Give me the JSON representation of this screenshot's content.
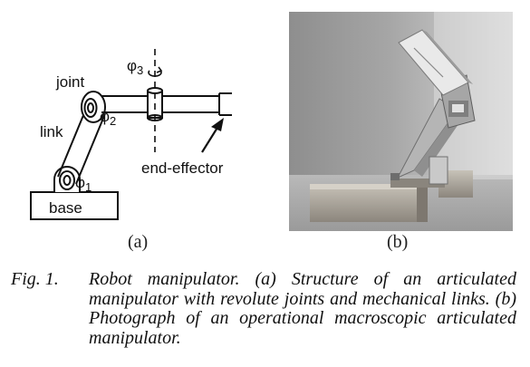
{
  "figure_a": {
    "labels": {
      "joint": "joint",
      "link": "link",
      "phi1": "φ",
      "phi1_sub": "1",
      "phi2": "φ",
      "phi2_sub": "2",
      "phi3": "φ",
      "phi3_sub": "3",
      "end_effector": "end-effector",
      "base": "base"
    }
  },
  "panel_labels": {
    "a": "(a)",
    "b": "(b)"
  },
  "caption": {
    "number": "Fig. 1.",
    "text": "Robot manipulator.  (a) Structure of an articulated manipulator with revolute joints and mechanical links.  (b) Photograph of an operational macroscopic articulated manipulator."
  },
  "colors": {
    "line": "#111111",
    "photo_bg": "#9c9c9c"
  }
}
